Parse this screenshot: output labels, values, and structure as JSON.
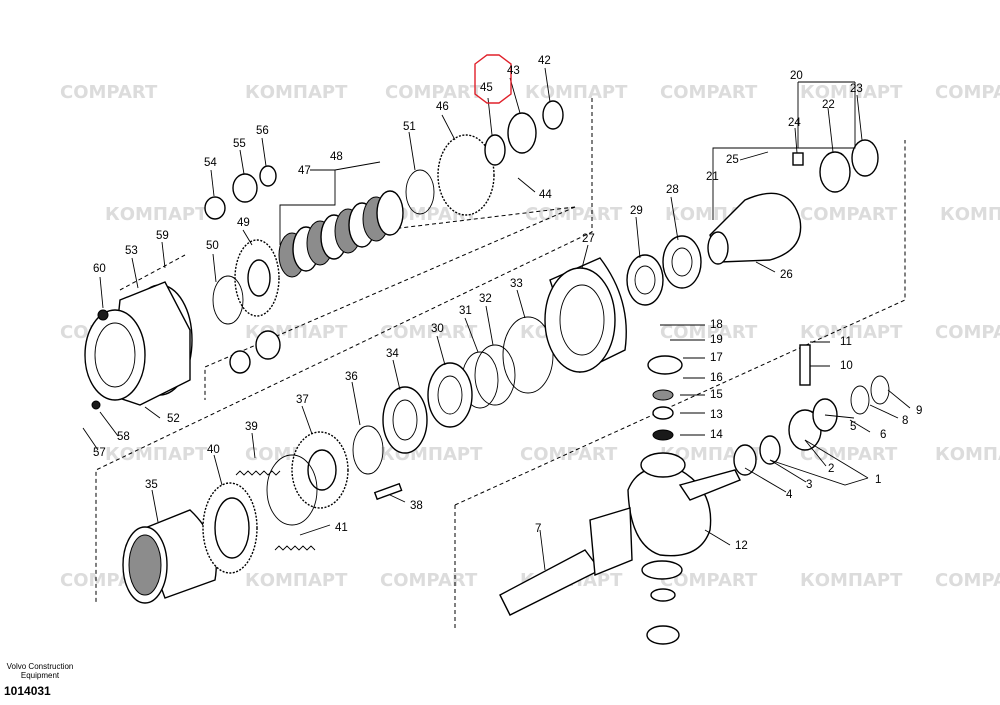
{
  "watermark": {
    "latin": "COMPART",
    "cyrillic": "КОМПАРТ"
  },
  "highlight_color": "#e0202a",
  "highlighted_label": "45",
  "labels": [
    "1",
    "2",
    "3",
    "4",
    "5",
    "6",
    "7",
    "8",
    "9",
    "10",
    "11",
    "12",
    "13",
    "14",
    "15",
    "16",
    "17",
    "18",
    "19",
    "20",
    "21",
    "22",
    "23",
    "24",
    "25",
    "26",
    "27",
    "28",
    "29",
    "30",
    "31",
    "32",
    "33",
    "34",
    "35",
    "36",
    "37",
    "38",
    "39",
    "40",
    "41",
    "42",
    "43",
    "44",
    "45",
    "46",
    "47",
    "48",
    "49",
    "50",
    "51",
    "52",
    "53",
    "54",
    "55",
    "56",
    "57",
    "58",
    "59",
    "60"
  ],
  "footer": {
    "org_line1": "Volvo Construction",
    "org_line2": "Equipment",
    "drawing_number": "1014031"
  }
}
